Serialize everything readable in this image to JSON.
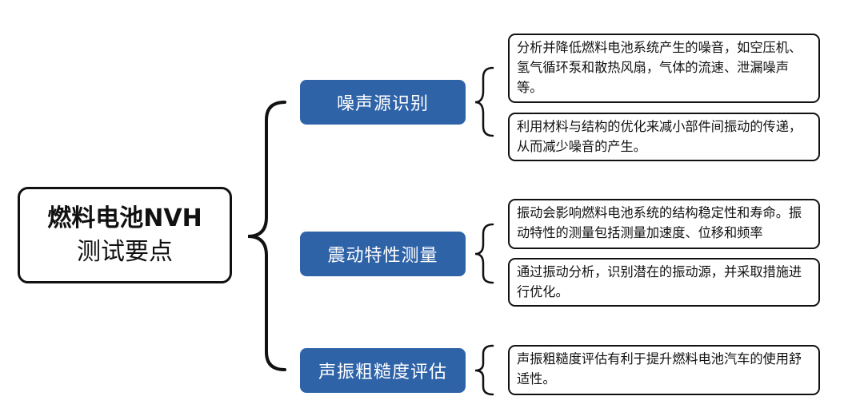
{
  "root": {
    "line1": "燃料电池NVH",
    "line2": "测试要点"
  },
  "branches": [
    {
      "label": "噪声源识别",
      "leaves": [
        "分析并降低燃料电池系统产生的噪音，如空压机、氢气循环泵和散热风扇，气体的流速、泄漏噪声等。",
        "利用材料与结构的优化来减小部件间振动的传递，从而减少噪音的产生。"
      ]
    },
    {
      "label": "震动特性测量",
      "leaves": [
        "振动会影响燃料电池系统的结构稳定性和寿命。振动特性的测量包括测量加速度、位移和频率",
        "通过振动分析，识别潜在的振动源，并采取措施进行优化。"
      ]
    },
    {
      "label": "声振粗糙度评估",
      "leaves": [
        "声振粗糙度评估有利于提升燃料电池汽车的使用舒适性。"
      ]
    }
  ],
  "colors": {
    "branch_fill": "#2f63a8",
    "outline": "#111111"
  }
}
